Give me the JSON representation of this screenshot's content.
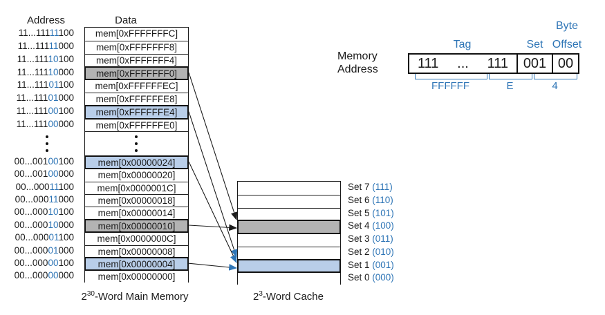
{
  "colors": {
    "accent_blue": "#2E75B6",
    "row_fill_blue": "#B9CEE9",
    "row_fill_gray": "#B3B3B3",
    "line_black": "#1C1C1C"
  },
  "headers": {
    "address": "Address",
    "data": "Data"
  },
  "memory": {
    "caption_base": "2",
    "caption_sup": "30",
    "caption_tail": "-Word Main Memory",
    "rows": [
      {
        "addr_pre": "11...111",
        "addr_set": "11",
        "addr_post": "100",
        "data": "mem[0xFFFFFFFC]",
        "highlight": "none"
      },
      {
        "addr_pre": "11...111",
        "addr_set": "11",
        "addr_post": "000",
        "data": "mem[0xFFFFFFF8]",
        "highlight": "none"
      },
      {
        "addr_pre": "11...111",
        "addr_set": "10",
        "addr_post": "100",
        "data": "mem[0xFFFFFFF4]",
        "highlight": "none"
      },
      {
        "addr_pre": "11...111",
        "addr_set": "10",
        "addr_post": "000",
        "data": "mem[0xFFFFFFF0]",
        "highlight": "gray"
      },
      {
        "addr_pre": "11...111",
        "addr_set": "01",
        "addr_post": "100",
        "data": "mem[0xFFFFFFEC]",
        "highlight": "none"
      },
      {
        "addr_pre": "11...111",
        "addr_set": "01",
        "addr_post": "000",
        "data": "mem[0xFFFFFFE8]",
        "highlight": "none"
      },
      {
        "addr_pre": "11...111",
        "addr_set": "00",
        "addr_post": "100",
        "data": "mem[0xFFFFFFE4]",
        "highlight": "blue"
      },
      {
        "addr_pre": "11...111",
        "addr_set": "00",
        "addr_post": "000",
        "data": "mem[0xFFFFFFE0]",
        "highlight": "none"
      },
      {
        "addr_pre": "00...001",
        "addr_set": "00",
        "addr_post": "100",
        "data": "mem[0x00000024]",
        "highlight": "blue"
      },
      {
        "addr_pre": "00...001",
        "addr_set": "00",
        "addr_post": "000",
        "data": "mem[0x00000020]",
        "highlight": "none"
      },
      {
        "addr_pre": "00...000",
        "addr_set": "11",
        "addr_post": "100",
        "data": "mem[0x0000001C]",
        "highlight": "none"
      },
      {
        "addr_pre": "00...000",
        "addr_set": "11",
        "addr_post": "000",
        "data": "mem[0x00000018]",
        "highlight": "none"
      },
      {
        "addr_pre": "00...000",
        "addr_set": "10",
        "addr_post": "100",
        "data": "mem[0x00000014]",
        "highlight": "none"
      },
      {
        "addr_pre": "00...000",
        "addr_set": "10",
        "addr_post": "000",
        "data": "mem[0x00000010]",
        "highlight": "gray"
      },
      {
        "addr_pre": "00...000",
        "addr_set": "01",
        "addr_post": "100",
        "data": "mem[0x0000000C]",
        "highlight": "none"
      },
      {
        "addr_pre": "00...000",
        "addr_set": "01",
        "addr_post": "000",
        "data": "mem[0x00000008]",
        "highlight": "none"
      },
      {
        "addr_pre": "00...000",
        "addr_set": "00",
        "addr_post": "100",
        "data": "mem[0x00000004]",
        "highlight": "blue"
      },
      {
        "addr_pre": "00...000",
        "addr_set": "00",
        "addr_post": "000",
        "data": "mem[0x00000000]",
        "highlight": "none"
      }
    ]
  },
  "cache": {
    "caption_base": "2",
    "caption_sup": "3",
    "caption_tail": "-Word Cache",
    "sets": [
      {
        "label": "Set 7 ",
        "bits": "(111)",
        "highlight": "none"
      },
      {
        "label": "Set 6 ",
        "bits": "(110)",
        "highlight": "none"
      },
      {
        "label": "Set 5 ",
        "bits": "(101)",
        "highlight": "none"
      },
      {
        "label": "Set 4 ",
        "bits": "(100)",
        "highlight": "gray"
      },
      {
        "label": "Set 3 ",
        "bits": "(011)",
        "highlight": "none"
      },
      {
        "label": "Set 2 ",
        "bits": "(010)",
        "highlight": "none"
      },
      {
        "label": "Set 1 ",
        "bits": "(001)",
        "highlight": "blue"
      },
      {
        "label": "Set 0 ",
        "bits": "(000)",
        "highlight": "none"
      }
    ]
  },
  "arrows": [
    {
      "from_row": 3,
      "to_set": "Set 4",
      "color": "black"
    },
    {
      "from_row": 13,
      "to_set": "Set 4",
      "color": "black"
    },
    {
      "from_row": 6,
      "to_set": "Set 1",
      "color": "blue"
    },
    {
      "from_row": 8,
      "to_set": "Set 1",
      "color": "blue"
    },
    {
      "from_row": 16,
      "to_set": "Set 1",
      "color": "blue"
    }
  ],
  "breakdown": {
    "label_line1": "Memory",
    "label_line2": "Address",
    "tag_label": "Tag",
    "set_label": "Set",
    "byte_label": "Byte",
    "offset_label": "Offset",
    "tag_left": "111",
    "tag_dots": "...",
    "tag_right": "111",
    "set_value": "001",
    "offset_value": "00",
    "hex": [
      "FFFFFF",
      "E",
      "4"
    ]
  }
}
